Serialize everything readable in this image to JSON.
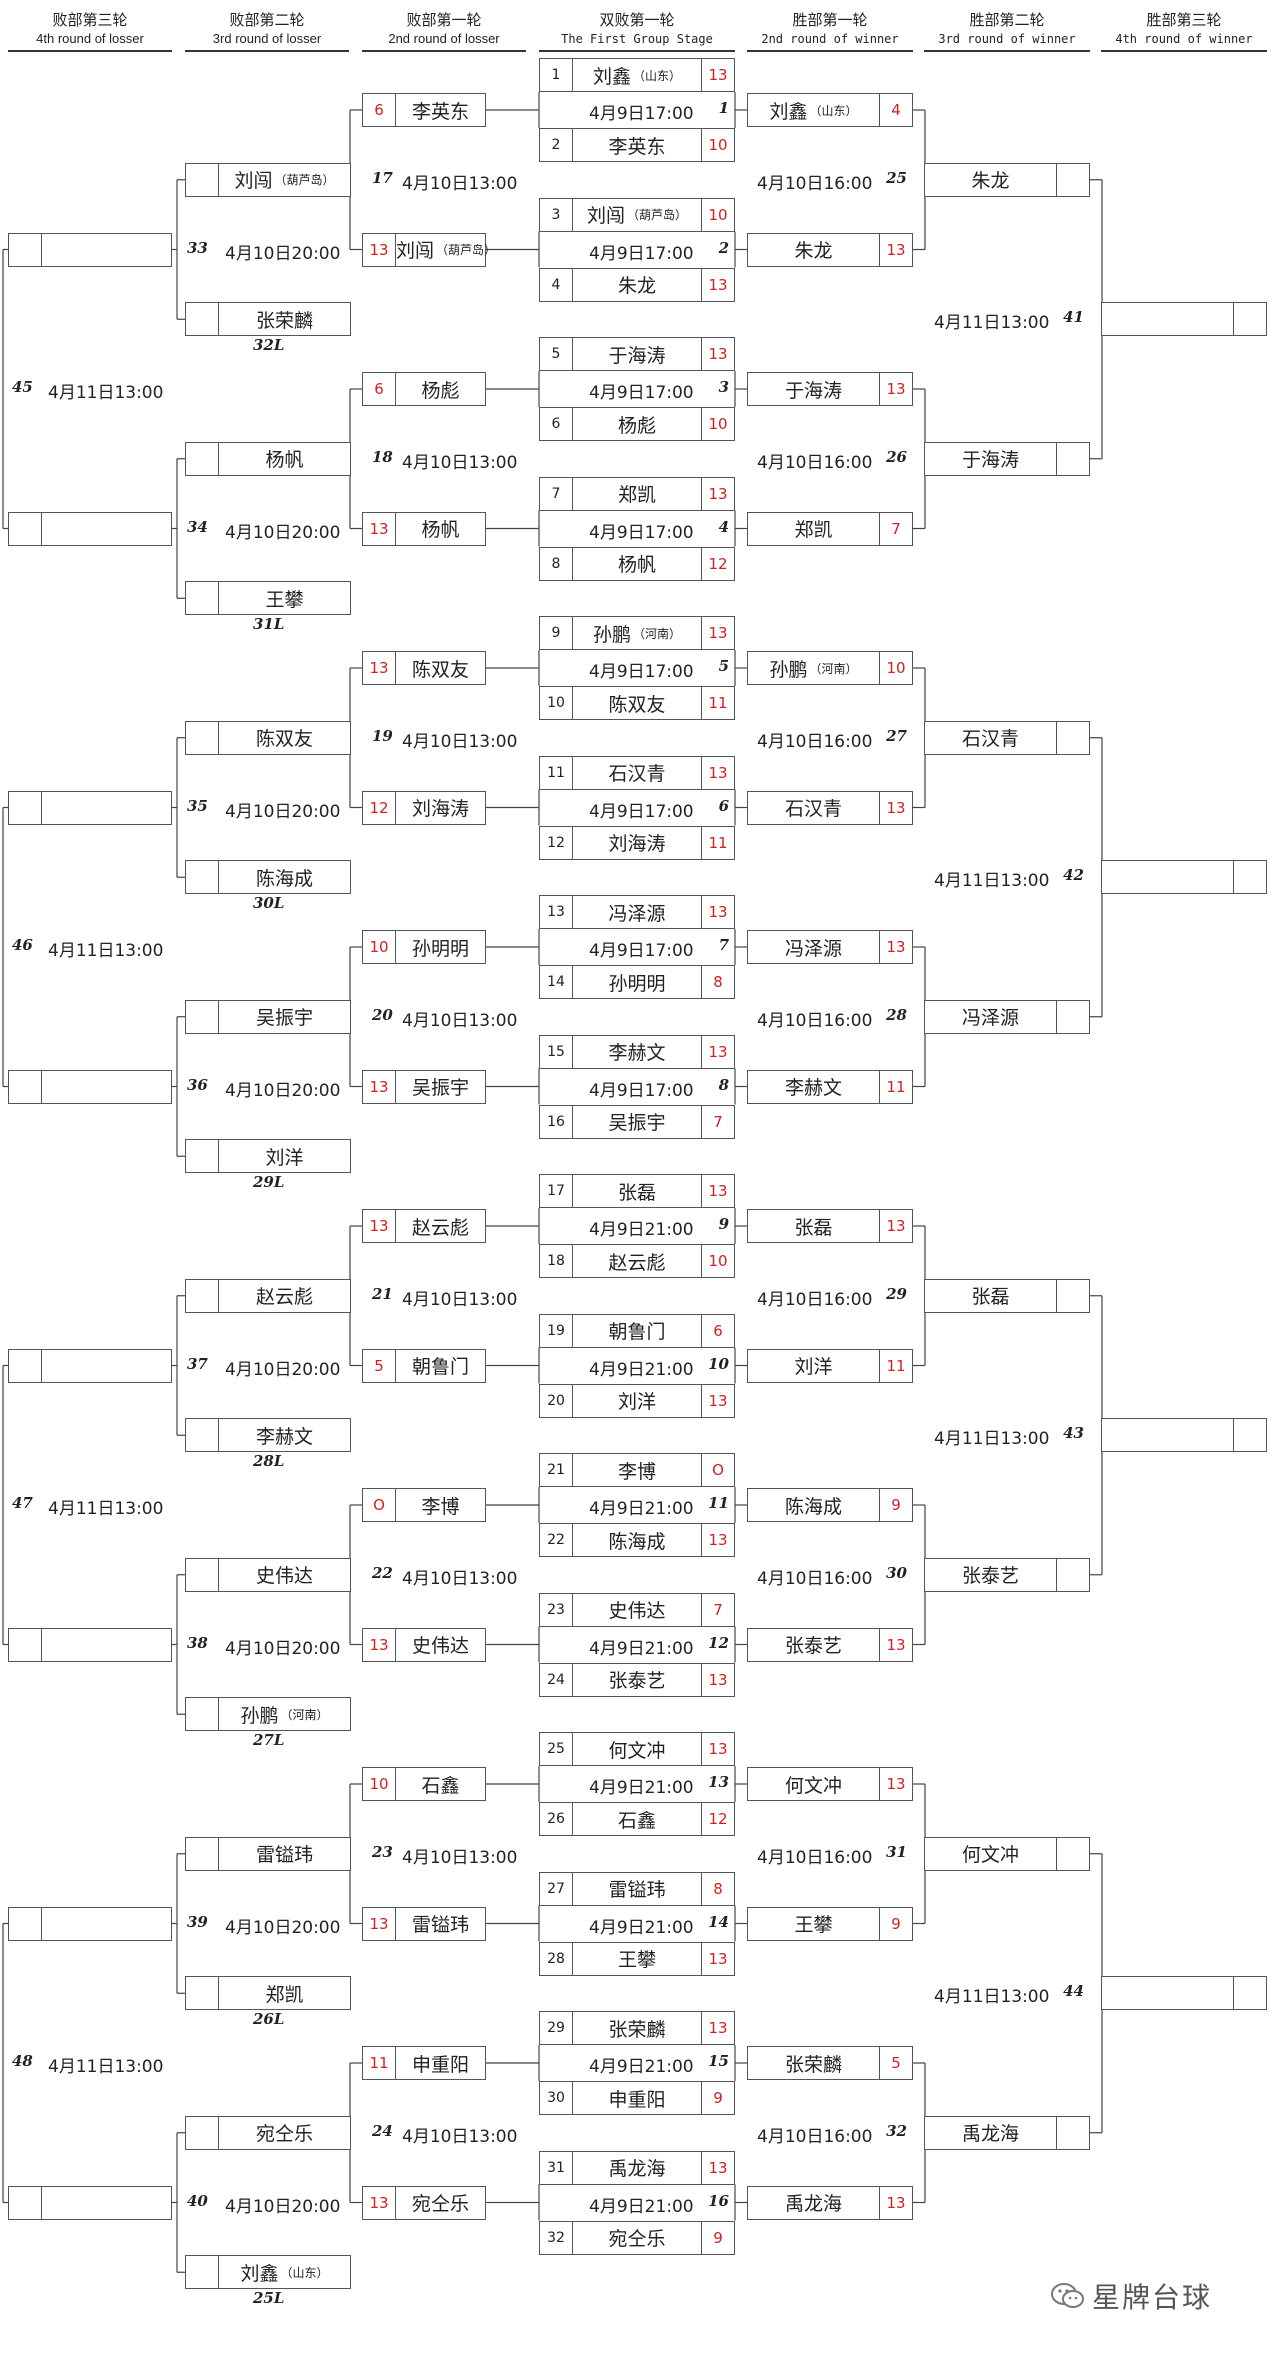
{
  "headers": [
    {
      "zh": "败部第三轮",
      "en": "4th round of losser",
      "mono": false
    },
    {
      "zh": "败部第二轮",
      "en": "3rd round of losser",
      "mono": false
    },
    {
      "zh": "败部第一轮",
      "en": "2nd round of losser",
      "mono": false
    },
    {
      "zh": "双败第一轮",
      "en": "The First Group Stage",
      "mono": true
    },
    {
      "zh": "胜部第一轮",
      "en": "2nd round of winner",
      "mono": true
    },
    {
      "zh": "胜部第二轮",
      "en": "3rd round of winner",
      "mono": true
    },
    {
      "zh": "胜部第三轮",
      "en": "4th round of winner",
      "mono": true
    }
  ],
  "accent_score_color": "#d21f1f",
  "first_round": [
    {
      "no": "1",
      "time": "4月9日17:00",
      "top": {
        "seed": "1",
        "name": "刘鑫",
        "sub": "（山东）",
        "score": "13"
      },
      "bot": {
        "seed": "2",
        "name": "李英东",
        "sub": "",
        "score": "10"
      }
    },
    {
      "no": "2",
      "time": "4月9日17:00",
      "top": {
        "seed": "3",
        "name": "刘闯",
        "sub": "（葫芦岛）",
        "score": "10"
      },
      "bot": {
        "seed": "4",
        "name": "朱龙",
        "sub": "",
        "score": "13"
      }
    },
    {
      "no": "3",
      "time": "4月9日17:00",
      "top": {
        "seed": "5",
        "name": "于海涛",
        "sub": "",
        "score": "13"
      },
      "bot": {
        "seed": "6",
        "name": "杨彪",
        "sub": "",
        "score": "10"
      }
    },
    {
      "no": "4",
      "time": "4月9日17:00",
      "top": {
        "seed": "7",
        "name": "郑凯",
        "sub": "",
        "score": "13"
      },
      "bot": {
        "seed": "8",
        "name": "杨帆",
        "sub": "",
        "score": "12"
      }
    },
    {
      "no": "5",
      "time": "4月9日17:00",
      "top": {
        "seed": "9",
        "name": "孙鹏",
        "sub": "（河南）",
        "score": "13"
      },
      "bot": {
        "seed": "10",
        "name": "陈双友",
        "sub": "",
        "score": "11"
      }
    },
    {
      "no": "6",
      "time": "4月9日17:00",
      "top": {
        "seed": "11",
        "name": "石汉青",
        "sub": "",
        "score": "13"
      },
      "bot": {
        "seed": "12",
        "name": "刘海涛",
        "sub": "",
        "score": "11"
      }
    },
    {
      "no": "7",
      "time": "4月9日17:00",
      "top": {
        "seed": "13",
        "name": "冯泽源",
        "sub": "",
        "score": "13"
      },
      "bot": {
        "seed": "14",
        "name": "孙明明",
        "sub": "",
        "score": "8"
      }
    },
    {
      "no": "8",
      "time": "4月9日17:00",
      "top": {
        "seed": "15",
        "name": "李赫文",
        "sub": "",
        "score": "13"
      },
      "bot": {
        "seed": "16",
        "name": "吴振宇",
        "sub": "",
        "score": "7"
      }
    },
    {
      "no": "9",
      "time": "4月9日21:00",
      "top": {
        "seed": "17",
        "name": "张磊",
        "sub": "",
        "score": "13"
      },
      "bot": {
        "seed": "18",
        "name": "赵云彪",
        "sub": "",
        "score": "10"
      }
    },
    {
      "no": "10",
      "time": "4月9日21:00",
      "top": {
        "seed": "19",
        "name": "朝鲁门",
        "sub": "",
        "score": "6"
      },
      "bot": {
        "seed": "20",
        "name": "刘洋",
        "sub": "",
        "score": "13"
      }
    },
    {
      "no": "11",
      "time": "4月9日21:00",
      "top": {
        "seed": "21",
        "name": "李博",
        "sub": "",
        "score": "O"
      },
      "bot": {
        "seed": "22",
        "name": "陈海成",
        "sub": "",
        "score": "13"
      }
    },
    {
      "no": "12",
      "time": "4月9日21:00",
      "top": {
        "seed": "23",
        "name": "史伟达",
        "sub": "",
        "score": "7"
      },
      "bot": {
        "seed": "24",
        "name": "张泰艺",
        "sub": "",
        "score": "13"
      }
    },
    {
      "no": "13",
      "time": "4月9日21:00",
      "top": {
        "seed": "25",
        "name": "何文冲",
        "sub": "",
        "score": "13"
      },
      "bot": {
        "seed": "26",
        "name": "石鑫",
        "sub": "",
        "score": "12"
      }
    },
    {
      "no": "14",
      "time": "4月9日21:00",
      "top": {
        "seed": "27",
        "name": "雷镒玮",
        "sub": "",
        "score": "8"
      },
      "bot": {
        "seed": "28",
        "name": "王攀",
        "sub": "",
        "score": "13"
      }
    },
    {
      "no": "15",
      "time": "4月9日21:00",
      "top": {
        "seed": "29",
        "name": "张荣麟",
        "sub": "",
        "score": "13"
      },
      "bot": {
        "seed": "30",
        "name": "申重阳",
        "sub": "",
        "score": "9"
      }
    },
    {
      "no": "16",
      "time": "4月9日21:00",
      "top": {
        "seed": "31",
        "name": "禹龙海",
        "sub": "",
        "score": "13"
      },
      "bot": {
        "seed": "32",
        "name": "宛仝乐",
        "sub": "",
        "score": "9"
      }
    }
  ],
  "winner_r2": [
    {
      "no": "25",
      "time": "4月10日16:00",
      "top": {
        "name": "刘鑫",
        "sub": "（山东）",
        "score": "4"
      },
      "bot": {
        "name": "朱龙",
        "sub": "",
        "score": "13"
      }
    },
    {
      "no": "26",
      "time": "4月10日16:00",
      "top": {
        "name": "于海涛",
        "sub": "",
        "score": "13"
      },
      "bot": {
        "name": "郑凯",
        "sub": "",
        "score": "7"
      }
    },
    {
      "no": "27",
      "time": "4月10日16:00",
      "top": {
        "name": "孙鹏",
        "sub": "（河南）",
        "score": "10"
      },
      "bot": {
        "name": "石汉青",
        "sub": "",
        "score": "13"
      }
    },
    {
      "no": "28",
      "time": "4月10日16:00",
      "top": {
        "name": "冯泽源",
        "sub": "",
        "score": "13"
      },
      "bot": {
        "name": "李赫文",
        "sub": "",
        "score": "11"
      }
    },
    {
      "no": "29",
      "time": "4月10日16:00",
      "top": {
        "name": "张磊",
        "sub": "",
        "score": "13"
      },
      "bot": {
        "name": "刘洋",
        "sub": "",
        "score": "11"
      }
    },
    {
      "no": "30",
      "time": "4月10日16:00",
      "top": {
        "name": "陈海成",
        "sub": "",
        "score": "9"
      },
      "bot": {
        "name": "张泰艺",
        "sub": "",
        "score": "13"
      }
    },
    {
      "no": "31",
      "time": "4月10日16:00",
      "top": {
        "name": "何文冲",
        "sub": "",
        "score": "13"
      },
      "bot": {
        "name": "王攀",
        "sub": "",
        "score": "9"
      }
    },
    {
      "no": "32",
      "time": "4月10日16:00",
      "top": {
        "name": "张荣麟",
        "sub": "",
        "score": "5"
      },
      "bot": {
        "name": "禹龙海",
        "sub": "",
        "score": "13"
      }
    }
  ],
  "winner_r3": [
    {
      "no": "41",
      "time": "4月11日13:00",
      "top": {
        "name": "朱龙",
        "sub": ""
      },
      "bot": {
        "name": "于海涛",
        "sub": ""
      }
    },
    {
      "no": "42",
      "time": "4月11日13:00",
      "top": {
        "name": "石汉青",
        "sub": ""
      },
      "bot": {
        "name": "冯泽源",
        "sub": ""
      }
    },
    {
      "no": "43",
      "time": "4月11日13:00",
      "top": {
        "name": "张磊",
        "sub": ""
      },
      "bot": {
        "name": "张泰艺",
        "sub": ""
      }
    },
    {
      "no": "44",
      "time": "4月11日13:00",
      "top": {
        "name": "何文冲",
        "sub": ""
      },
      "bot": {
        "name": "禹龙海",
        "sub": ""
      }
    }
  ],
  "loser_r1": [
    {
      "no": "17",
      "time": "4月10日13:00",
      "top": {
        "name": "李英东",
        "sub": "",
        "score": "6"
      },
      "bot": {
        "name": "刘闯",
        "sub": "（葫芦岛）",
        "score": "13"
      }
    },
    {
      "no": "18",
      "time": "4月10日13:00",
      "top": {
        "name": "杨彪",
        "sub": "",
        "score": "6"
      },
      "bot": {
        "name": "杨帆",
        "sub": "",
        "score": "13"
      }
    },
    {
      "no": "19",
      "time": "4月10日13:00",
      "top": {
        "name": "陈双友",
        "sub": "",
        "score": "13"
      },
      "bot": {
        "name": "刘海涛",
        "sub": "",
        "score": "12"
      }
    },
    {
      "no": "20",
      "time": "4月10日13:00",
      "top": {
        "name": "孙明明",
        "sub": "",
        "score": "10"
      },
      "bot": {
        "name": "吴振宇",
        "sub": "",
        "score": "13"
      }
    },
    {
      "no": "21",
      "time": "4月10日13:00",
      "top": {
        "name": "赵云彪",
        "sub": "",
        "score": "13"
      },
      "bot": {
        "name": "朝鲁门",
        "sub": "",
        "score": "5"
      }
    },
    {
      "no": "22",
      "time": "4月10日13:00",
      "top": {
        "name": "李博",
        "sub": "",
        "score": "O"
      },
      "bot": {
        "name": "史伟达",
        "sub": "",
        "score": "13"
      }
    },
    {
      "no": "23",
      "time": "4月10日13:00",
      "top": {
        "name": "石鑫",
        "sub": "",
        "score": "10"
      },
      "bot": {
        "name": "雷镒玮",
        "sub": "",
        "score": "13"
      }
    },
    {
      "no": "24",
      "time": "4月10日13:00",
      "top": {
        "name": "申重阳",
        "sub": "",
        "score": "11"
      },
      "bot": {
        "name": "宛仝乐",
        "sub": "",
        "score": "13"
      }
    }
  ],
  "loser_r2": [
    {
      "no": "33",
      "time": "4月10日20:00",
      "top": {
        "name": "刘闯",
        "sub": "（葫芦岛）"
      },
      "bot": {
        "name": "张荣麟",
        "sub": ""
      },
      "ref": "32L"
    },
    {
      "no": "34",
      "time": "4月10日20:00",
      "top": {
        "name": "杨帆",
        "sub": ""
      },
      "bot": {
        "name": "王攀",
        "sub": ""
      },
      "ref": "31L"
    },
    {
      "no": "35",
      "time": "4月10日20:00",
      "top": {
        "name": "陈双友",
        "sub": ""
      },
      "bot": {
        "name": "陈海成",
        "sub": ""
      },
      "ref": "30L"
    },
    {
      "no": "36",
      "time": "4月10日20:00",
      "top": {
        "name": "吴振宇",
        "sub": ""
      },
      "bot": {
        "name": "刘洋",
        "sub": ""
      },
      "ref": "29L"
    },
    {
      "no": "37",
      "time": "4月10日20:00",
      "top": {
        "name": "赵云彪",
        "sub": ""
      },
      "bot": {
        "name": "李赫文",
        "sub": ""
      },
      "ref": "28L"
    },
    {
      "no": "38",
      "time": "4月10日20:00",
      "top": {
        "name": "史伟达",
        "sub": ""
      },
      "bot": {
        "name": "孙鹏",
        "sub": "（河南）"
      },
      "ref": "27L"
    },
    {
      "no": "39",
      "time": "4月10日20:00",
      "top": {
        "name": "雷镒玮",
        "sub": ""
      },
      "bot": {
        "name": "郑凯",
        "sub": ""
      },
      "ref": "26L"
    },
    {
      "no": "40",
      "time": "4月10日20:00",
      "top": {
        "name": "宛仝乐",
        "sub": ""
      },
      "bot": {
        "name": "刘鑫",
        "sub": "（山东）"
      },
      "ref": "25L"
    }
  ],
  "loser_r3": [
    {
      "no": "45",
      "time": "4月11日13:00"
    },
    {
      "no": "46",
      "time": "4月11日13:00"
    },
    {
      "no": "47",
      "time": "4月11日13:00"
    },
    {
      "no": "48",
      "time": "4月11日13:00"
    }
  ],
  "watermark": {
    "text": "星牌台球",
    "icon": "wechat-icon"
  }
}
